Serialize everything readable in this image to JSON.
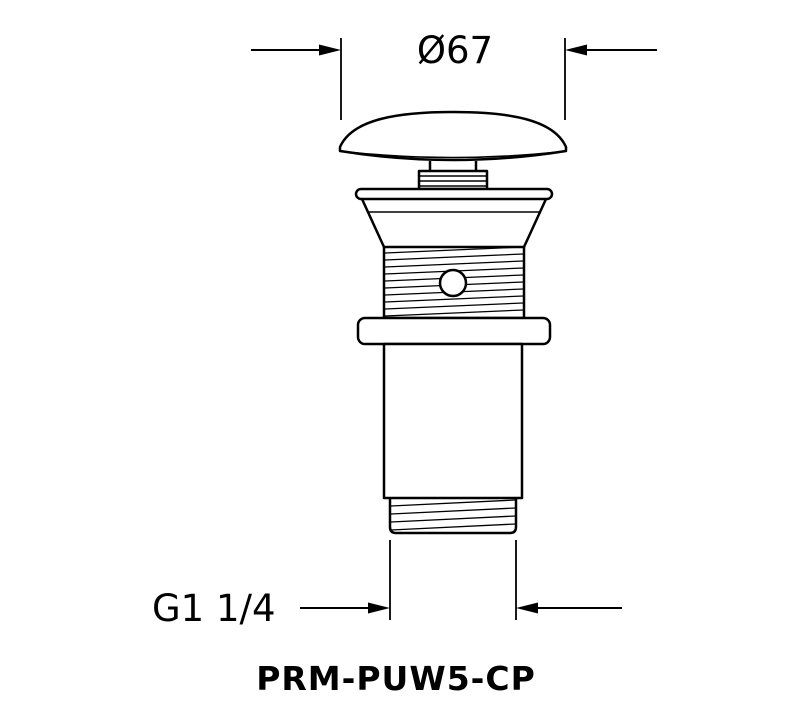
{
  "colors": {
    "line": "#000000",
    "background": "#ffffff"
  },
  "drawing": {
    "top_dimension_label": "Ø67",
    "bottom_dimension_label": "G1 1/4",
    "part_number": "PRM-PUW5-CP"
  }
}
